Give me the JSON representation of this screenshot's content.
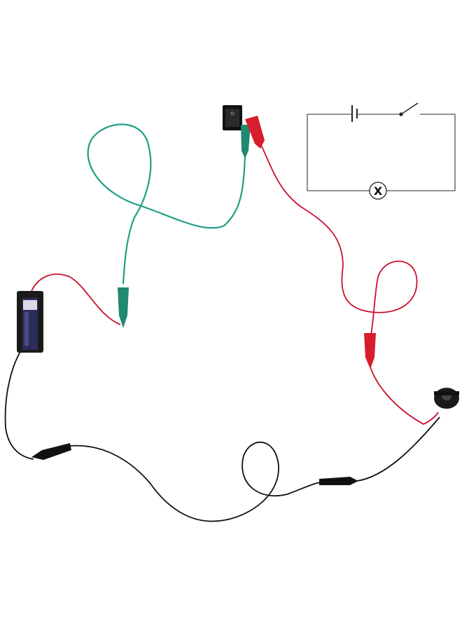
{
  "photo": {
    "colors": {
      "red_wire": "#c8102e",
      "green_wire": "#1f9e86",
      "black_wire": "#111111",
      "background": "#ffffff"
    },
    "components": [
      "battery-holder",
      "rocker-switch",
      "buzzer",
      "alligator-clips"
    ]
  },
  "schematic": {
    "lamp_symbol": "X"
  }
}
